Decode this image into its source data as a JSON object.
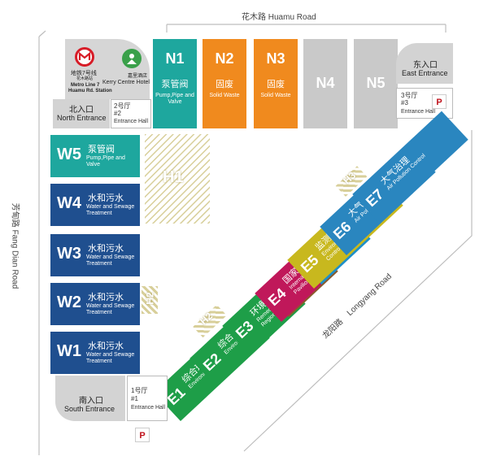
{
  "roads": {
    "north": "花木路 Huamu Road",
    "west": "芳甸路 Fang Dian Road",
    "southeast_en": "Longyang Road",
    "southeast_zh": "龙阳路"
  },
  "entrances": {
    "north": {
      "zh": "北入口",
      "en": "North Entrance"
    },
    "east": {
      "zh": "东入口",
      "en": "East Entrance"
    },
    "south": {
      "zh": "南入口",
      "en": "South Entrance"
    }
  },
  "entrance_halls": {
    "h1": {
      "zh": "1号厅",
      "num": "#1",
      "en": "Entrance Hall"
    },
    "h2": {
      "zh": "2号厅",
      "num": "#2",
      "en": "Entrance Hall"
    },
    "h3": {
      "zh": "3号厅",
      "num": "#3",
      "en": "Entrance Hall"
    }
  },
  "metro": {
    "line": "地铁7号线",
    "line_sub": "花木路站",
    "en1": "Metro Line 7",
    "en2": "Huamu Rd. Station"
  },
  "hotel": {
    "zh": "嘉里酒店",
    "en": "Kerry Centre Hotel"
  },
  "parking": "P",
  "halls_north": [
    {
      "code": "N1",
      "zh": "泵管阀",
      "en": "Pump,Pipe and Valve",
      "color": "#1ea79e"
    },
    {
      "code": "N2",
      "zh": "固废",
      "en": "Solid Waste",
      "color": "#f08a1e"
    },
    {
      "code": "N3",
      "zh": "固废",
      "en": "Solid Waste",
      "color": "#f08a1e"
    },
    {
      "code": "N4",
      "color": "#c9c9c9"
    },
    {
      "code": "N5",
      "color": "#c9c9c9"
    }
  ],
  "halls_west": [
    {
      "code": "W5",
      "zh": "泵管阀",
      "en": "Pump,Pipe and Valve",
      "color": "#1ea79e"
    },
    {
      "code": "W4",
      "zh": "水和污水",
      "en": "Water and Sewage Treatment",
      "color": "#1f4f8f"
    },
    {
      "code": "W3",
      "zh": "水和污水",
      "en": "Water and Sewage Treatment",
      "color": "#1f4f8f"
    },
    {
      "code": "W2",
      "zh": "水和污水",
      "en": "Water and Sewage Treatment",
      "color": "#1f4f8f"
    },
    {
      "code": "W1",
      "zh": "水和污水",
      "en": "Water and Sewage Treatment",
      "color": "#1f4f8f"
    }
  ],
  "halls_east": [
    {
      "code": "E1",
      "zh": "综合环境服务",
      "en": "Environmental Services",
      "color": "#1e9e48"
    },
    {
      "code": "E2",
      "zh": "综合环境服务",
      "en": "Environmental Services",
      "color": "#1e9e48"
    },
    {
      "code": "E3",
      "zh": "环境修复与噪声",
      "en": "Remediation Noise Control Regional Pavilion",
      "color": "#1e9e48",
      "accent": "#8a5a2b"
    },
    {
      "code": "E4",
      "zh": "国家与地区展团",
      "en": "International and Regional Pavilions",
      "color": "#c0185a",
      "accent": "#1e8fc8"
    },
    {
      "code": "E5",
      "zh": "监测与仪器仪表",
      "en": "Environmental Monitoring and Control",
      "color": "#c8b81e"
    },
    {
      "code": "E6",
      "zh": "大气治理",
      "en": "Air Pollution Control",
      "color": "#2a86bf"
    },
    {
      "code": "E7",
      "zh": "大气治理",
      "en": "Air Pollution Control",
      "color": "#2a86bf"
    }
  ],
  "h_halls": {
    "h1": "H1",
    "h2": "H2",
    "h2b": "H2",
    "h3": "H3"
  },
  "colors": {
    "gray_block": "#d3d3d3",
    "hatch": "#d8cf9a",
    "border": "#bdbdbd"
  }
}
